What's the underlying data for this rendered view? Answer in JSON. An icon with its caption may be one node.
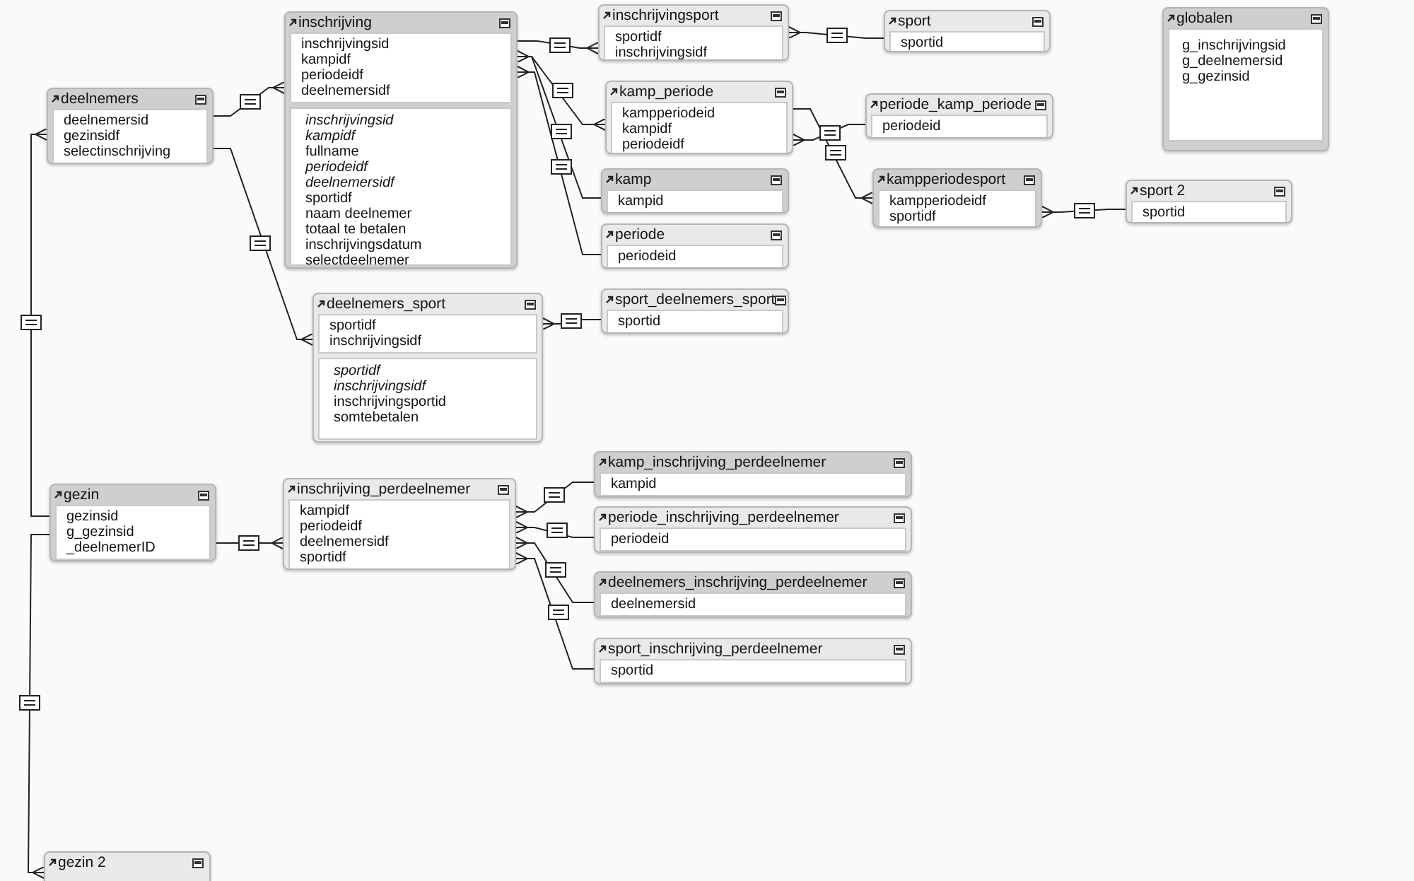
{
  "diagram": {
    "nodes": [
      {
        "text": [
          "deelnemers",
          "deelnemersid",
          "gezinsidf",
          "selectinschrijving"
        ]
      },
      {
        "text": [
          "inschrijving",
          "inschrijvingsid",
          "kampidf",
          "periodeidf",
          "deelnemersidf"
        ]
      },
      {
        "text": [
          "*inschrijvingsid*",
          "*kampidf*",
          "fullname",
          "*periodeidf*",
          "*deelnemersidf*",
          "sportidf",
          "naam deelnemer",
          "totaal te betalen",
          "inschrijvingsdatum",
          "selectdeelnemer"
        ],
        "in": 1
      },
      {
        "text": [
          "inschrijvingsport",
          "sportidf",
          "inschrijvingsidf"
        ]
      },
      {
        "text": [
          "sport",
          "sportid"
        ]
      },
      {
        "text": [
          "globalen",
          "g_inschrijvingsid",
          "g_deelnemersid",
          "g_gezinsid"
        ]
      },
      {
        "text": [
          "kamp_periode",
          "kampperiodeid",
          "kampidf",
          "periodeidf"
        ]
      },
      {
        "text": [
          "periode_kamp_periode",
          "periodeid"
        ]
      },
      {
        "text": [
          "kamp",
          "kampid"
        ]
      },
      {
        "text": [
          "kampperiodesport",
          "kampperiodeidf",
          "sportidf"
        ]
      },
      {
        "text": [
          "periode",
          "periodeid"
        ]
      },
      {
        "text": [
          "sport 2",
          "sportid"
        ]
      },
      {
        "text": [
          "deelnemers_sport",
          "sportidf",
          "inschrijvingsidf"
        ]
      },
      {
        "text": [
          "*sportidf*",
          "*inschrijvingsidf*",
          "inschrijvingsportid",
          "somtebetalen"
        ],
        "in": 12
      },
      {
        "text": [
          "sport_deelnemers_sport",
          "sportid"
        ]
      },
      {
        "text": [
          "gezin",
          "gezinsid",
          "g_gezinsid",
          "_deelnemerID"
        ]
      },
      {
        "text": [
          "inschrijving_perdeelnemer",
          "kampidf",
          "periodeidf",
          "deelnemersidf",
          "sportidf"
        ]
      },
      {
        "text": [
          "kamp_inschrijving_perdeelnemer",
          "kampid"
        ]
      },
      {
        "text": [
          "periode_inschrijving_perdeelnemer",
          "periodeid"
        ]
      },
      {
        "text": [
          "deelnemers_inschrijving_perdeelnemer",
          "deelnemersid"
        ]
      },
      {
        "text": [
          "sport_inschrijving_perdeelnemer",
          "sportid"
        ]
      },
      {
        "text": [
          "gezin 2"
        ]
      }
    ],
    "edges": [
      {
        "from": 0,
        "to": 1,
        "arrow": "other"
      },
      {
        "from": 0,
        "to": 12,
        "arrow": "other"
      },
      {
        "from": 15,
        "to": 0,
        "arrow": "other"
      },
      {
        "from": 15,
        "to": 21,
        "arrow": "other"
      },
      {
        "from": 15,
        "to": 16,
        "arrow": "other"
      },
      {
        "from": 1,
        "to": 3,
        "arrow": "other"
      },
      {
        "from": 1,
        "to": 6,
        "arrow": "other"
      },
      {
        "from": 8,
        "to": 1,
        "arrow": "other"
      },
      {
        "from": 10,
        "to": 1,
        "arrow": "other"
      },
      {
        "from": 4,
        "to": 3,
        "arrow": "other"
      },
      {
        "from": 7,
        "to": 6,
        "arrow": "other"
      },
      {
        "from": 6,
        "to": 9,
        "arrow": "other"
      },
      {
        "from": 11,
        "to": 9,
        "arrow": "other"
      },
      {
        "from": 14,
        "to": 12,
        "arrow": "other"
      },
      {
        "from": 17,
        "to": 16,
        "arrow": "other"
      },
      {
        "from": 18,
        "to": 16,
        "arrow": "other"
      },
      {
        "from": 19,
        "to": 16,
        "arrow": "other"
      },
      {
        "from": 20,
        "to": 16,
        "arrow": "other"
      }
    ]
  }
}
